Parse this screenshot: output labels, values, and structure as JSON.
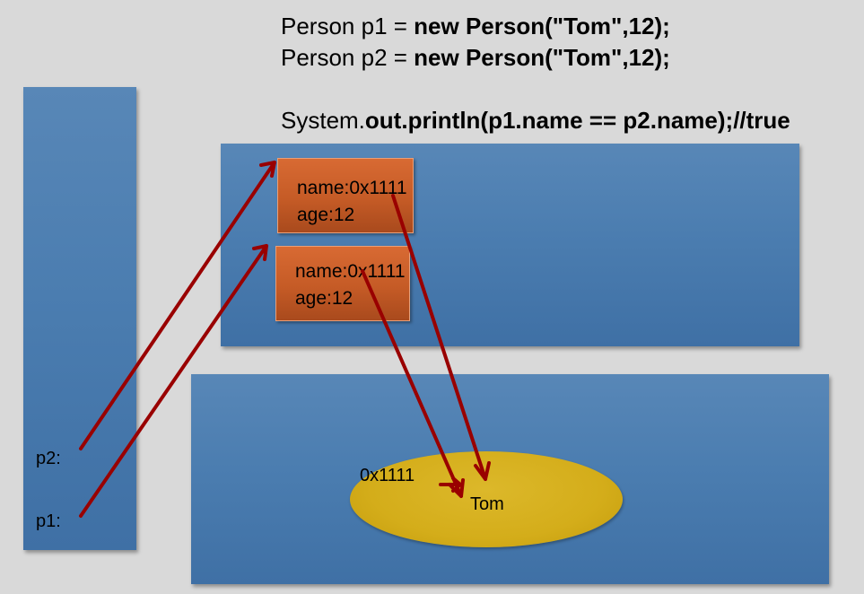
{
  "code": {
    "line1_plain": "Person p1 = ",
    "line1_bold": "new Person(\"Tom\",12);",
    "line2_plain": "Person p2 = ",
    "line2_bold": "new Person(\"Tom\",12);",
    "line3_plain": "System.",
    "line3_bold": "out.println(p1.name == p2.name);//true"
  },
  "stack": {
    "p2_label": "p2:",
    "p1_label": "p1:"
  },
  "heap": {
    "objects": [
      {
        "name_field": "name:0x1111",
        "age_field": "age:12"
      },
      {
        "name_field": "name:0x1111",
        "age_field": "age:12"
      }
    ]
  },
  "string_pool": {
    "address": "0x1111",
    "value": "Tom"
  },
  "colors": {
    "background": "#d9d9d9",
    "panel": "#4b7db0",
    "object_box": "#c55b26",
    "string_oval": "#d4ad1a",
    "arrow": "#990000"
  }
}
